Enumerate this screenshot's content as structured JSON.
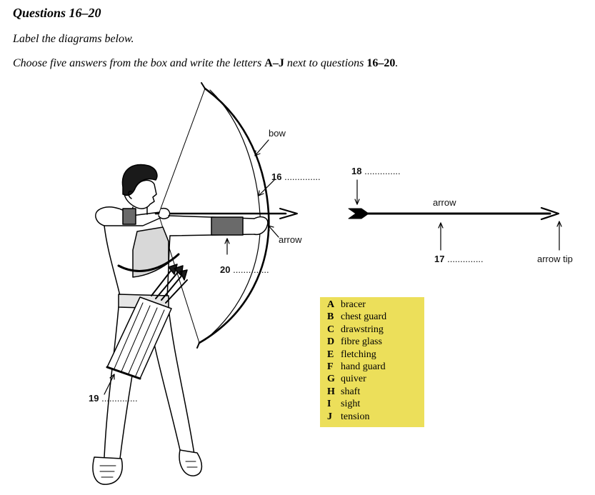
{
  "header": {
    "title": "Questions 16–20",
    "instruction_1": "Label the diagrams below.",
    "instruction_2_pre": "Choose five answers from the box and write the letters ",
    "instruction_2_letters": "A–J",
    "instruction_2_mid": " next to questions ",
    "instruction_2_range": "16–20",
    "instruction_2_end": "."
  },
  "archer_labels": {
    "bow": "bow",
    "q16_num": "16",
    "q16_blank": "..............",
    "arrow": "arrow",
    "q20_num": "20",
    "q20_blank": "..............",
    "q19_num": "19",
    "q19_blank": ".............."
  },
  "arrow_labels": {
    "q18_num": "18",
    "q18_blank": "..............",
    "arrow": "arrow",
    "q17_num": "17",
    "q17_blank": "..............",
    "arrow_tip": "arrow tip"
  },
  "options": [
    {
      "letter": "A",
      "text": "bracer"
    },
    {
      "letter": "B",
      "text": "chest guard"
    },
    {
      "letter": "C",
      "text": "drawstring"
    },
    {
      "letter": "D",
      "text": "fibre glass"
    },
    {
      "letter": "E",
      "text": "fletching"
    },
    {
      "letter": "F",
      "text": "hand guard"
    },
    {
      "letter": "G",
      "text": "quiver"
    },
    {
      "letter": "H",
      "text": "shaft"
    },
    {
      "letter": "I",
      "text": "sight"
    },
    {
      "letter": "J",
      "text": "tension"
    }
  ],
  "colors": {
    "answer_box": "#ecdf5a",
    "guard_gray": "#6a6a6a",
    "chest_gray": "#d8d8d8"
  }
}
